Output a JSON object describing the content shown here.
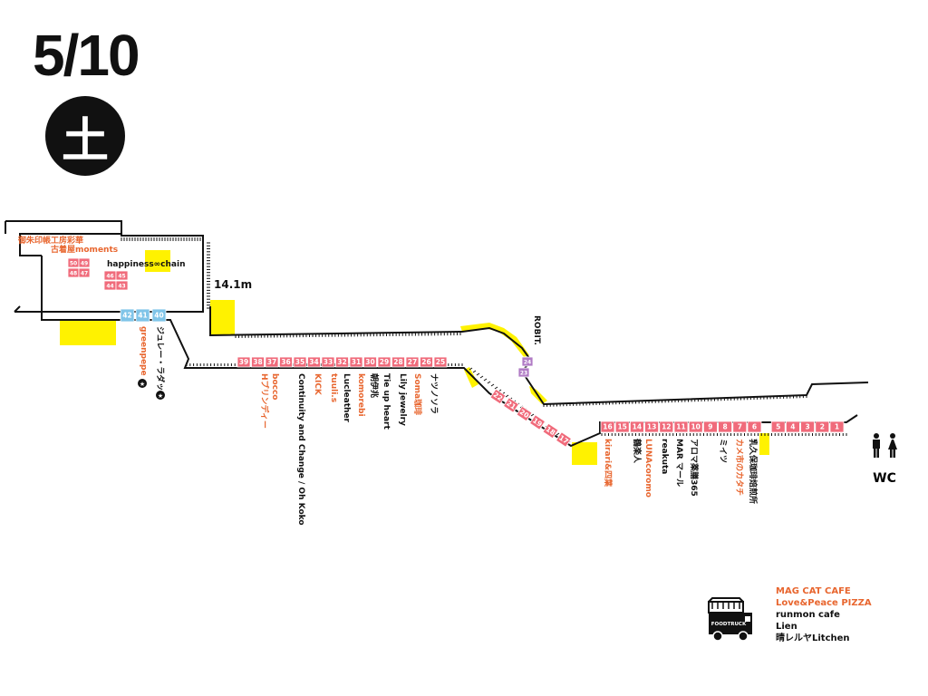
{
  "title": {
    "date": "5/10",
    "day": "土"
  },
  "distance_label": "14.1m",
  "landmark_robit": "ROBIT.",
  "colors": {
    "pink": "#f06b7b",
    "blue": "#7fc4e8",
    "purple": "#b07bc5",
    "yellow": "#fff200",
    "orange": "#e8662f",
    "black": "#111111"
  },
  "upper_booths": {
    "shop_gyoshuin": "御朱印帳工房彩華",
    "shop_moments": "古着屋moments",
    "shop_happiness": "happiness∞chain",
    "shop_greenpepe": "greenpepe",
    "shop_juley": "ジュレー・ラダック",
    "num_50": "50",
    "num_49": "49",
    "num_48": "48",
    "num_47": "47",
    "num_46": "46",
    "num_45": "45",
    "num_44": "44",
    "num_43": "43",
    "num_42": "42",
    "num_41": "41",
    "num_40": "40"
  },
  "middle_numbers": [
    "39",
    "38",
    "37",
    "36",
    "35",
    "34",
    "33",
    "32",
    "31",
    "30",
    "29",
    "28",
    "27",
    "26",
    "25"
  ],
  "middle_vendors": [
    {
      "text": "Hプリンディー",
      "color": "orange"
    },
    {
      "text": "bocco",
      "color": "orange"
    },
    {
      "text": "Continuity and Change / Oh Koko",
      "color": "black"
    },
    {
      "text": "KICK",
      "color": "orange"
    },
    {
      "text": "tuuli.s",
      "color": "orange"
    },
    {
      "text": "Lucleather",
      "color": "black"
    },
    {
      "text": "komorebi",
      "color": "orange"
    },
    {
      "text": "朝伊兆",
      "color": "black"
    },
    {
      "text": "Tie up heart",
      "color": "black"
    },
    {
      "text": "Lily jewelry",
      "color": "black"
    },
    {
      "text": "Soma珈琲",
      "color": "orange"
    },
    {
      "text": "ナツノソラ",
      "color": "black"
    }
  ],
  "slope_numbers": [
    "22",
    "21",
    "20",
    "19",
    "18",
    "17"
  ],
  "purple_numbers": [
    "24",
    "23"
  ],
  "right_numbers": [
    "16",
    "15",
    "14",
    "13",
    "12",
    "11",
    "10",
    "9",
    "8",
    "7",
    "6",
    "5",
    "4",
    "3",
    "2",
    "1"
  ],
  "right_vendors": [
    {
      "text": "kirari&四葉",
      "color": "orange"
    },
    {
      "text": "鶴楽人",
      "color": "black"
    },
    {
      "text": "LUNAcoromo",
      "color": "orange"
    },
    {
      "text": "reakuta",
      "color": "black"
    },
    {
      "text": "MAR マール",
      "color": "black"
    },
    {
      "text": "アロマ薬膳365",
      "color": "black"
    },
    {
      "text": "ミイツ",
      "color": "black"
    },
    {
      "text": "カメ市のカタチ",
      "color": "orange"
    },
    {
      "text": "乳久保珈琲焙煎所",
      "color": "black"
    }
  ],
  "wc_label": "WC",
  "foodtruck": {
    "icon_text": "FOODTRUCK",
    "vendors": [
      {
        "text": "MAG CAT CAFE",
        "color": "orange"
      },
      {
        "text": "Love&Peace PIZZA",
        "color": "orange"
      },
      {
        "text": "runmon cafe",
        "color": "black"
      },
      {
        "text": "Lien",
        "color": "black"
      },
      {
        "text": "晴レルヤLitchen",
        "color": "black"
      }
    ]
  }
}
